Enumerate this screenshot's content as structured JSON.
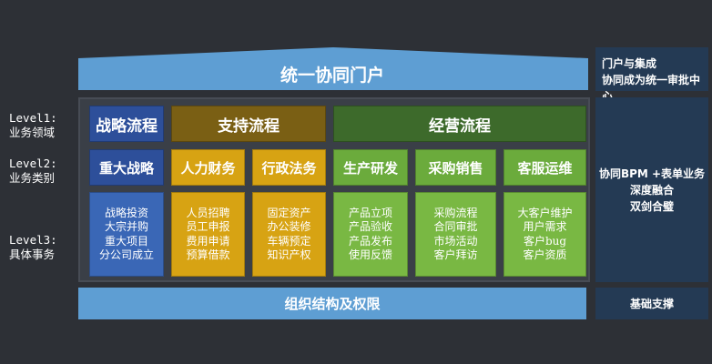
{
  "roof": {
    "title": "统一协同门户"
  },
  "levels": [
    {
      "line1": "Level1:",
      "line2": "业务领域"
    },
    {
      "line1": "Level2:",
      "line2": "业务类别"
    },
    {
      "line1": "Level3:",
      "line2": "具体事务"
    }
  ],
  "level1": {
    "strategy": "战略流程",
    "support": "支持流程",
    "operations": "经营流程"
  },
  "level2": [
    "重大战略",
    "人力财务",
    "行政法务",
    "生产研发",
    "采购销售",
    "客服运维"
  ],
  "level3": [
    [
      "战略投资",
      "大宗并购",
      "重大项目",
      "分公司成立"
    ],
    [
      "人员招聘",
      "员工申报",
      "费用申请",
      "预算借款"
    ],
    [
      "固定资产",
      "办公装修",
      "车辆预定",
      "知识产权"
    ],
    [
      "产品立项",
      "产品验收",
      "产品发布",
      "使用反馈"
    ],
    [
      "采购流程",
      "合同审批",
      "市场活动",
      "客户拜访"
    ],
    [
      "大客户维护",
      "用户需求",
      "客户bug",
      "客户资质"
    ]
  ],
  "foundation": {
    "title": "组织结构及权限"
  },
  "side": {
    "portal_line1": "门户与集成",
    "portal_line2": "协同成为统一审批中心",
    "bpm_line1": "协同BPM +表单业务",
    "bpm_line2": "深度融合",
    "bpm_line3": "双剑合璧",
    "base": "基础支撑"
  },
  "colors": {
    "background": "#2d3036",
    "roof": "#5e9ed3",
    "blue": "#2d4f9a",
    "gold": "#d7a313",
    "olive": "#7a5f14",
    "dark_green": "#3d6a2b",
    "green": "#6bab3c",
    "side_panel": "#243a54"
  }
}
